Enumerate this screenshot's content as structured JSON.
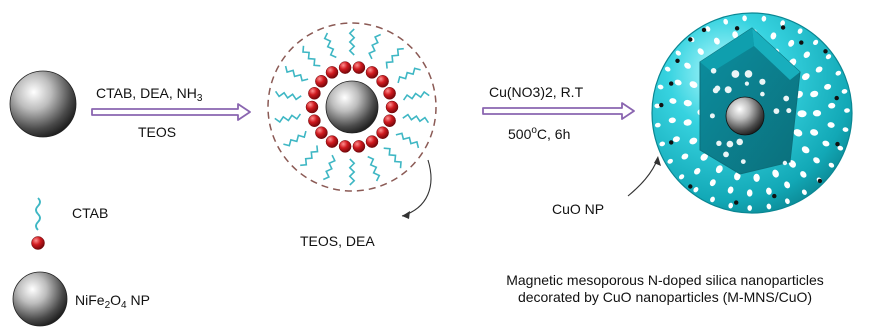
{
  "step1": {
    "reagents_main": "CTAB, DEA, NH",
    "reagents_sub": "3",
    "below": "TEOS"
  },
  "step2": {
    "line1": "Cu(NO3)2, R.T",
    "temp_value": "500",
    "temp_deg": "o",
    "temp_rest": "C, 6h"
  },
  "labels": {
    "micelle_pointer": "TEOS, DEA",
    "cuo_pointer": "CuO NP"
  },
  "legend": {
    "ctab": "CTAB",
    "np_a": "NiFe",
    "np_sub2": "2",
    "np_b": "O",
    "np_sub4": "4",
    "np_c": " NP"
  },
  "caption": {
    "line1": "Magnetic mesoporous N-doped silica nanoparticles",
    "line2": "decorated by CuO nanoparticles (M-MNS/CuO)"
  },
  "colors": {
    "core_dark": "#2a2a2a",
    "core_light": "#f5f5f5",
    "bead_red": "#c1131a",
    "tail_cyan": "#3fb7c4",
    "dash_shell": "#8b5a55",
    "arrow_violet": "#8a65b0",
    "sphere_cyan": "#22c8d6",
    "sphere_dark": "#0a8f9c"
  },
  "icons": [
    "hollow-arrow-icon",
    "curved-pointer-icon"
  ]
}
